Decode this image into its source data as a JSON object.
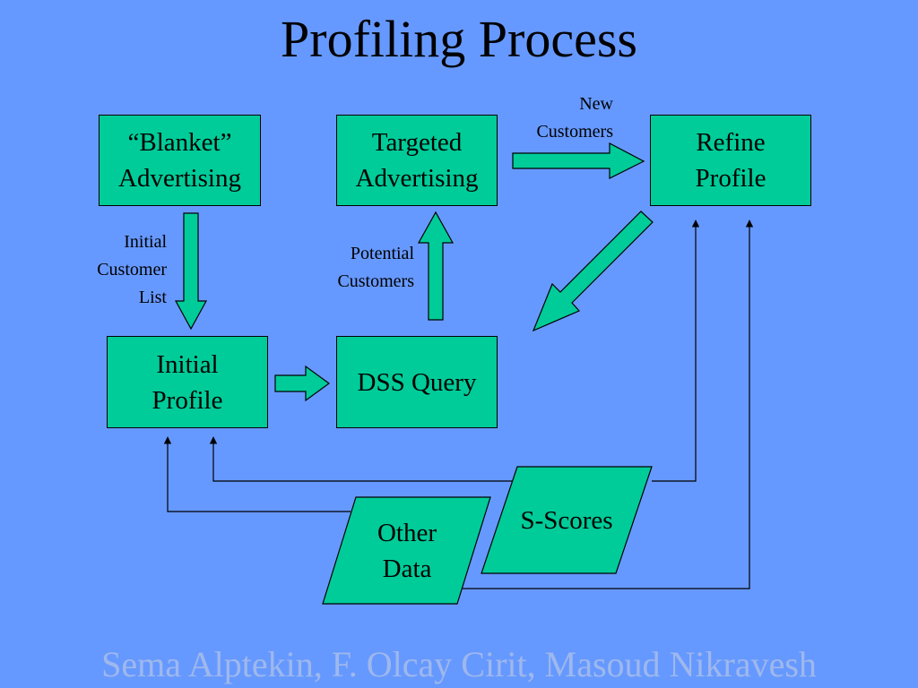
{
  "title": "Profiling Process",
  "nodes": {
    "blanket": "“Blanket”\nAdvertising",
    "targeted": "Targeted\nAdvertising",
    "refine": "Refine\nProfile",
    "initial": "Initial\nProfile",
    "dss": "DSS Query",
    "sscores": "S-Scores",
    "other": "Other\nData"
  },
  "labels": {
    "new_customers": "New\nCustomers",
    "initial_customer_list": "Initial\nCustomer\nList",
    "potential_customers": "Potential\nCustomers"
  },
  "footer": "Sema Alptekin, F. Olcay Cirit, Masoud Nikravesh",
  "colors": {
    "background": "#6699ff",
    "node_fill": "#00cc99",
    "footer_text": "#9fb8ec"
  }
}
